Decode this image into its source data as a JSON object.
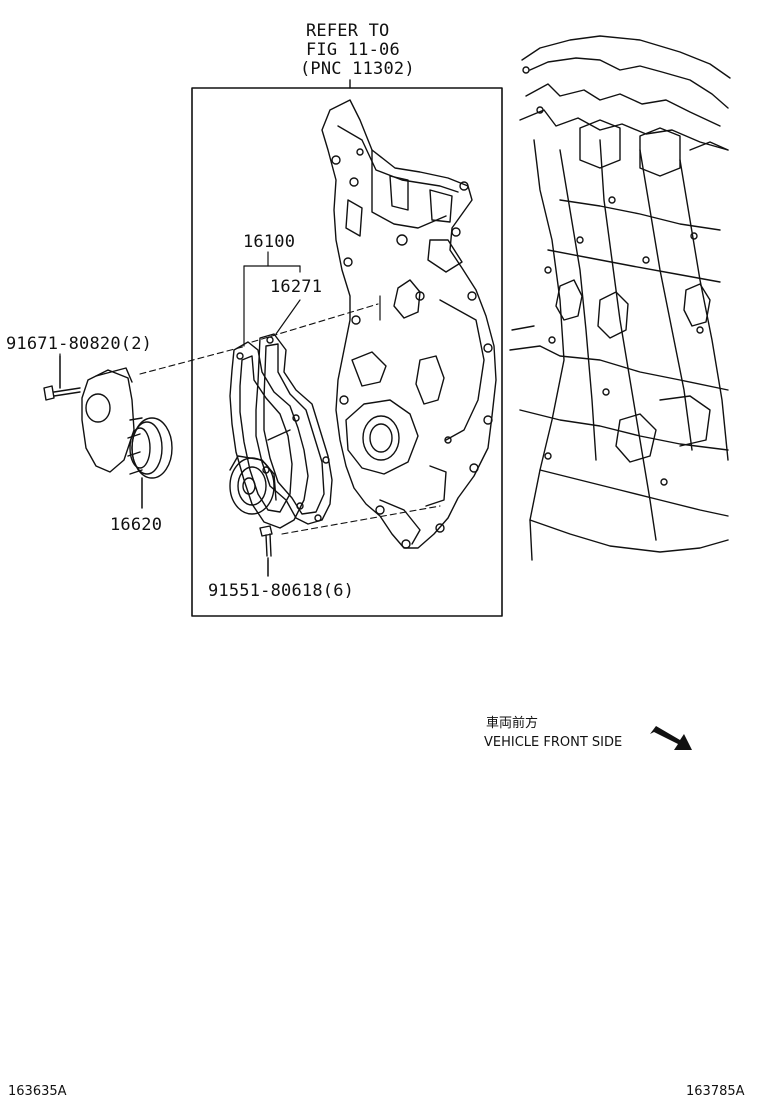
{
  "refer_note": {
    "line1": "REFER TO",
    "line2": "FIG 11-06",
    "line3": "(PNC 11302)"
  },
  "part_labels": {
    "p16100": "16100",
    "p16271": "16271",
    "p16620": "16620",
    "bolt_a": "91671-80820(2)",
    "bolt_b": "91551-80618(6)"
  },
  "direction": {
    "jp": "車両前方",
    "en": "VEHICLE FRONT SIDE"
  },
  "codes": {
    "left": "163635A",
    "right": "163785A"
  },
  "icons": [
    "front-direction-arrow-icon"
  ]
}
